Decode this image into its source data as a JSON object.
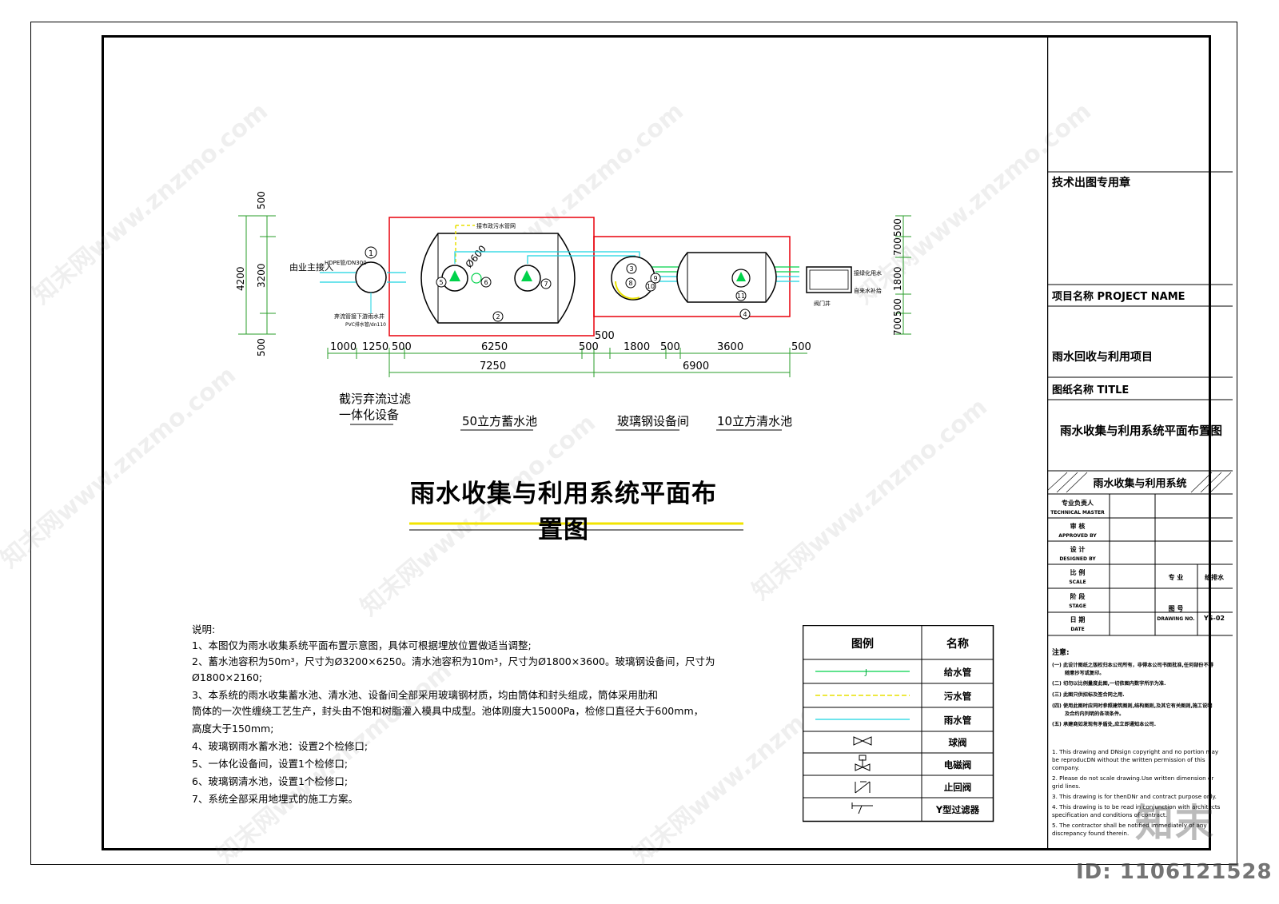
{
  "drawing": {
    "left_dims": [
      "500",
      "3200",
      "4200",
      "500"
    ],
    "right_dims": [
      "500",
      "700",
      "1800",
      "500",
      "700"
    ],
    "bottom_dims_top": [
      "1000",
      "1250",
      "500",
      "6250",
      "500",
      "500",
      "1800",
      "500",
      "3600",
      "500"
    ],
    "bottom_dims_bottom": [
      "7250",
      "6900"
    ],
    "labels": {
      "inlet": "由业主接入",
      "hdpe": "HDPE管/DN300",
      "sewer_connection": "接市政污水管网",
      "diameter": "Ø600",
      "discard_pipe": "弃流管接下游雨水井",
      "pvc": "PVC排水管/dn110",
      "greening": "接绿化用水",
      "tap_water": "自来水补给",
      "valve_well": "阀门井"
    },
    "circle_numbers": [
      "1",
      "2",
      "3",
      "4",
      "5",
      "6",
      "7",
      "8",
      "9",
      "10",
      "11"
    ],
    "component_names": [
      "截污弃流过滤",
      "一体化设备",
      "50立方蓄水池",
      "玻璃钢设备间",
      "10立方清水池"
    ]
  },
  "title": "雨水收集与利用系统平面布置图",
  "notes": [
    "说明:",
    "1、本图仅为雨水收集系统平面布置示意图，具体可根据埋放位置做适当调整;",
    "2、蓄水池容积为50m³，尺寸为Ø3200×6250。清水池容积为10m³，尺寸为Ø1800×3600。玻璃钢设备间，尺寸为",
    "Ø1800×2160;",
    "3、本系统的雨水收集蓄水池、清水池、设备间全部采用玻璃钢材质，均由筒体和封头组成，筒体采用肋和",
    "筒体的一次性缠绕工艺生产，封头由不饱和树脂灌入模具中成型。池体刚度大15000Pa，检修口直径大于600mm，",
    "高度大于150mm;",
    "4、玻璃钢雨水蓄水池：设置2个检修口;",
    "5、一体化设备间，设置1个检修口;",
    "6、玻璃钢清水池，设置1个检修口;",
    "7、系统全部采用地埋式的施工方案。"
  ],
  "legend": {
    "header_symbol": "图例",
    "header_name": "名称",
    "rows": [
      {
        "symbol": "J",
        "name": "给水管"
      },
      {
        "symbol": "",
        "name": "污水管"
      },
      {
        "symbol": "",
        "name": "雨水管"
      },
      {
        "symbol": "ball-valve-icon",
        "name": "球阀"
      },
      {
        "symbol": "solenoid-valve-icon",
        "name": "电磁阀"
      },
      {
        "symbol": "check-valve-icon",
        "name": "止回阀"
      },
      {
        "symbol": "y-strainer-icon",
        "name": "Y型过滤器"
      }
    ]
  },
  "title_block": {
    "stamp": "技术出图专用章",
    "project_name_label": "项目名称  PROJECT NAME",
    "project_name": "雨水回收与利用项目",
    "drawing_title_label": "图纸名称   TITLE",
    "drawing_title": "雨水收集与利用系统平面布置图",
    "system_name": "雨水收集与利用系统",
    "roles": [
      {
        "cn": "专业负责人",
        "en": "TECHNICAL MASTER"
      },
      {
        "cn": "审  核",
        "en": "APPROVED BY"
      },
      {
        "cn": "设  计",
        "en": "DESIGNED BY"
      },
      {
        "cn": "比  例",
        "en": "SCALE"
      },
      {
        "cn": "阶  段",
        "en": "STAGE"
      },
      {
        "cn": "日  期",
        "en": "DATE"
      }
    ],
    "discipline_label": "专  业",
    "discipline": "给排水",
    "drawing_no_label": "图  号",
    "drawing_no_en": "DRAWING NO.",
    "drawing_no": "YS-02",
    "notes_title": "注意:",
    "notes_cn": [
      "(一) 此设计图纸之版权归本公司所有，非得本公司书面批准,任何部份不得",
      "随意抄写或复印。",
      "(二) 切勿以比例量度此图,一切依图内数字所示为准.",
      "(三) 此图只供招标及签合同之用.",
      "(四) 使用此图时应同时参照建筑图则,结构图则,及其它有关图则,施工说明",
      "及合约内列明的各项条件。",
      "(五) 承建商如发现有矛盾处,应立即通知本公司."
    ],
    "notes_en": [
      "1. This drawing and DNsign copyright and no portion may",
      "   be reproducDN without the written permission of this",
      "   company.",
      "2. Please do not scale drawing.Use written dimension or",
      "   grid lines.",
      "3. This drawing is for thenDNr and contract purpose only.",
      "4. This drawing is to be read in conjunction with architects",
      "   specification and conditions of contract.",
      "5. The contractor shall be notified immediately of any",
      "   discrepancy found therein."
    ]
  },
  "id_text": "ID: 1106121528",
  "brand": "知末",
  "watermark": "知末网www.znzmo.com",
  "colors": {
    "frame_red": "#e8000b",
    "supply_green": "#00d24a",
    "sewer_yellow": "#e8e000",
    "rain_cyan": "#19d3e0",
    "title_underline": "#f2e400"
  }
}
